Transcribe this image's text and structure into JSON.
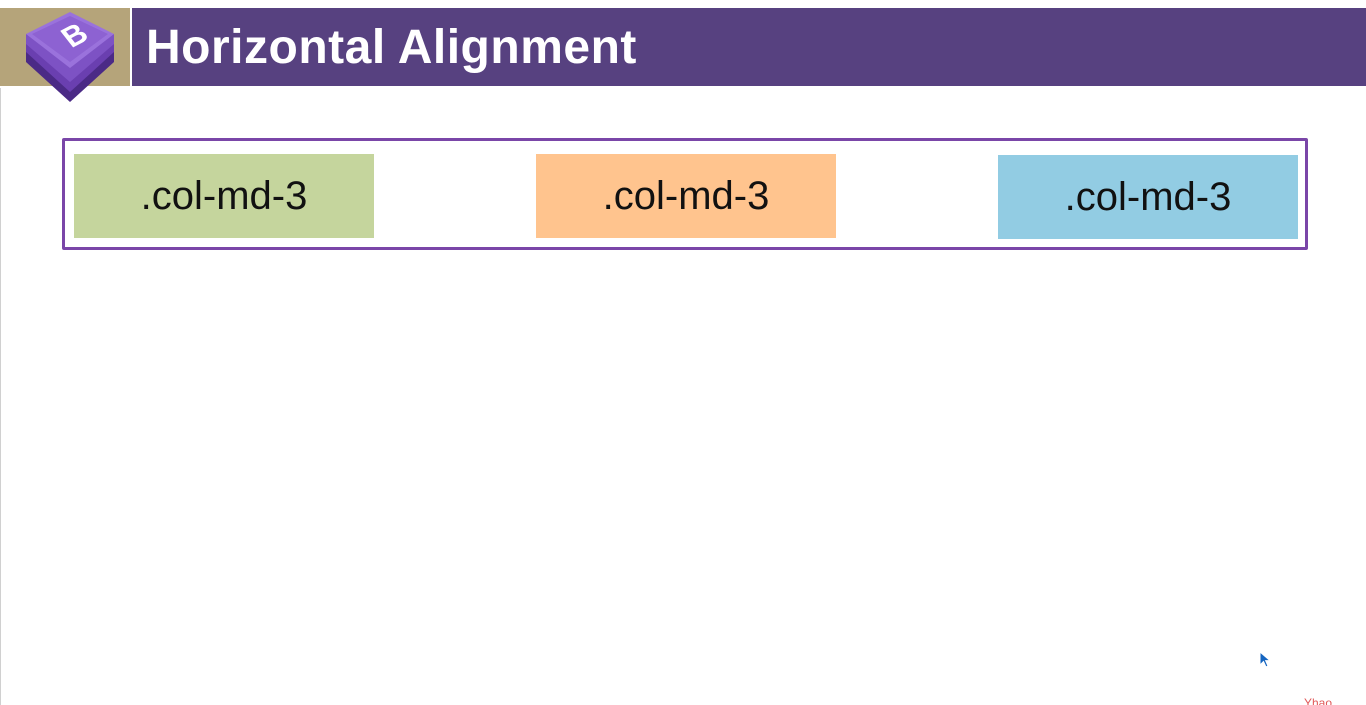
{
  "header": {
    "title": "Horizontal Alignment",
    "logo_letter": "B",
    "logo_name": "bootstrap-logo",
    "colors": {
      "logo_bg": "#b5a47a",
      "title_bar": "#574180",
      "title_text": "#ffffff"
    }
  },
  "row": {
    "border_color": "#7a46a8",
    "columns": [
      {
        "label": ".col-md-3",
        "color": "#c5d59d"
      },
      {
        "label": ".col-md-3",
        "color": "#ffc48e"
      },
      {
        "label": ".col-md-3",
        "color": "#92cce3"
      }
    ]
  },
  "watermark": {
    "text": "Yhao"
  },
  "icons": [
    "bootstrap-logo-icon",
    "mouse-cursor-icon"
  ]
}
